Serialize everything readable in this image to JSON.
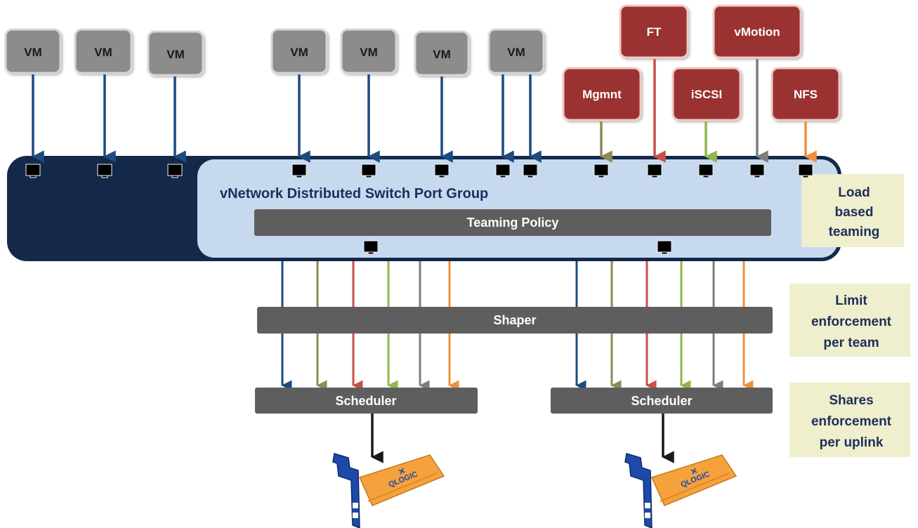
{
  "vm_label": "VM",
  "services": {
    "ft": "FT",
    "vmotion": "vMotion",
    "mgmt": "Mgmnt",
    "iscsi": "iSCSI",
    "nfs": "NFS"
  },
  "switch": {
    "port_group_label": "vNetwork Distributed Switch Port Group",
    "teaming_policy_label": "Teaming Policy"
  },
  "shaper_label": "Shaper",
  "scheduler_label": "Scheduler",
  "nic_brand": "QLOGIC",
  "side_notes": {
    "load_based_teaming": [
      "Load",
      "based",
      "teaming"
    ],
    "limit_enforcement": [
      "Limit",
      "enforcement",
      "per team"
    ],
    "shares_enforcement": [
      "Shares",
      "enforcement",
      "per uplink"
    ]
  },
  "colors": {
    "switch_dark": "#14294a",
    "switch_light": "#c6d9ef",
    "vm_box": "#8c8c8c",
    "service_box": "#9b3230",
    "bar_gray": "#5e5e5e",
    "note_bg": "#efeecd",
    "arrow_blue": "#1d4a80",
    "arrow_olive": "#8e8a55",
    "arrow_red": "#c9504a",
    "arrow_green": "#8fb84a",
    "arrow_gray": "#7d7d7d",
    "arrow_orange": "#f08f3c",
    "nic_blue": "#1d4aa8",
    "nic_orange": "#f5a23c"
  },
  "icons": [
    "network-port-icon",
    "qlogic-nic-card-icon"
  ]
}
